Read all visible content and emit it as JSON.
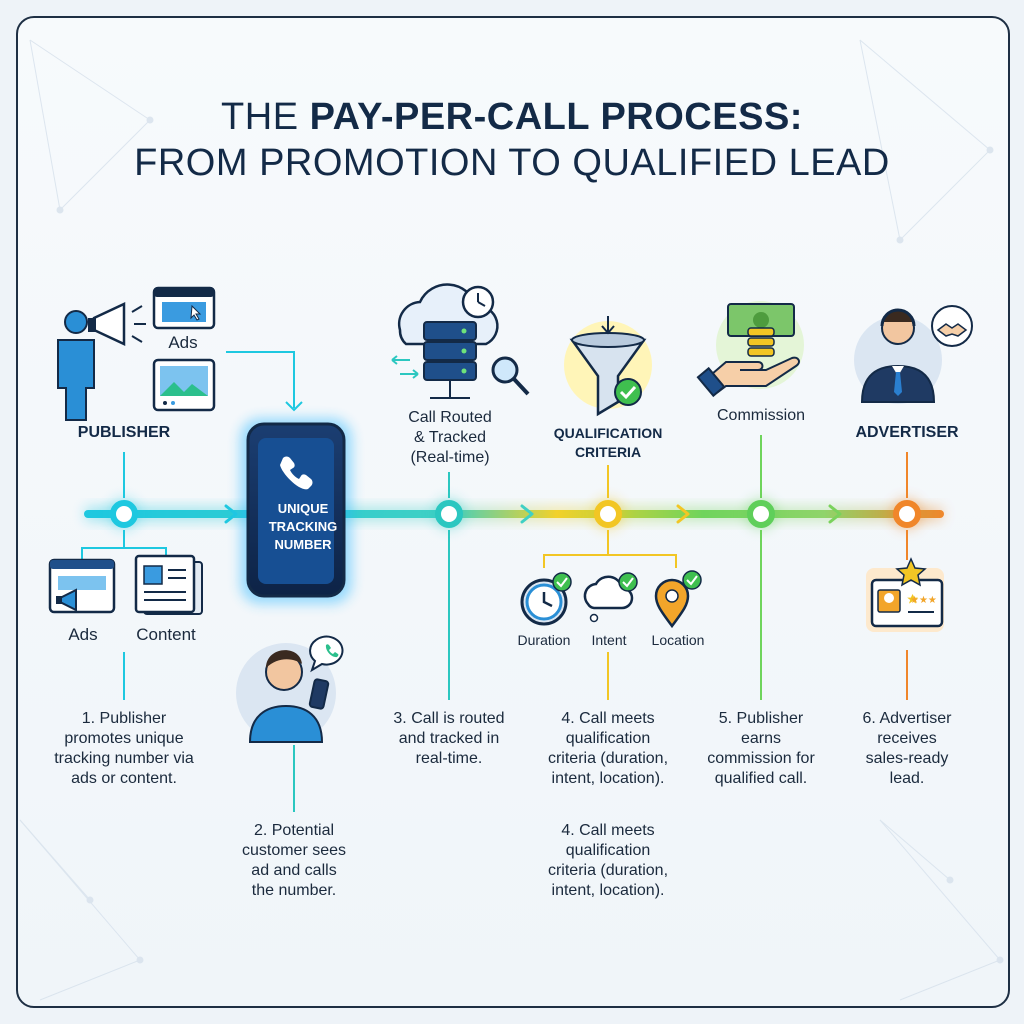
{
  "title": {
    "line1_prefix": "THE ",
    "line1_bold": "PAY-PER-CALL PROCESS:",
    "line2": "FROM PROMOTION TO QUALIFIED LEAD"
  },
  "labels": {
    "ads_top": "Ads",
    "publisher": "PUBLISHER",
    "call_routed": "Call Routed\n& Tracked\n(Real-time)",
    "qualification": "QUALIFICATION\nCRITERIA",
    "commission": "Commission",
    "advertiser": "ADVERTISER",
    "ads_bottom": "Ads",
    "content": "Content",
    "duration": "Duration",
    "intent": "Intent",
    "location": "Location"
  },
  "phone": {
    "text": "UNIQUE\nTRACKING\nNUMBER"
  },
  "steps": [
    {
      "text": "1. Publisher\npromotes unique\ntracking number via\nads or content."
    },
    {
      "text": "2. Potential\ncustomer sees\nad and calls\nthe number."
    },
    {
      "text": "3. Call is routed\nand tracked in\nreal-time."
    },
    {
      "text": "4. Call meets\nqualification\ncriteria (duration,\nintent, location)."
    },
    {
      "text": "4. Call meets\nqualification\ncriteria (duration,\nintent, location)."
    },
    {
      "text": "5. Publisher\nearns\ncommission for\nqualified call."
    },
    {
      "text": "6. Advertiser\nreceives\nsales-ready\nlead."
    }
  ],
  "colors": {
    "cyan": "#1ec8e0",
    "teal": "#2bc7c0",
    "yellow": "#f2c624",
    "green": "#5fcf5a",
    "orange": "#f0862a",
    "navy": "#132a47"
  }
}
